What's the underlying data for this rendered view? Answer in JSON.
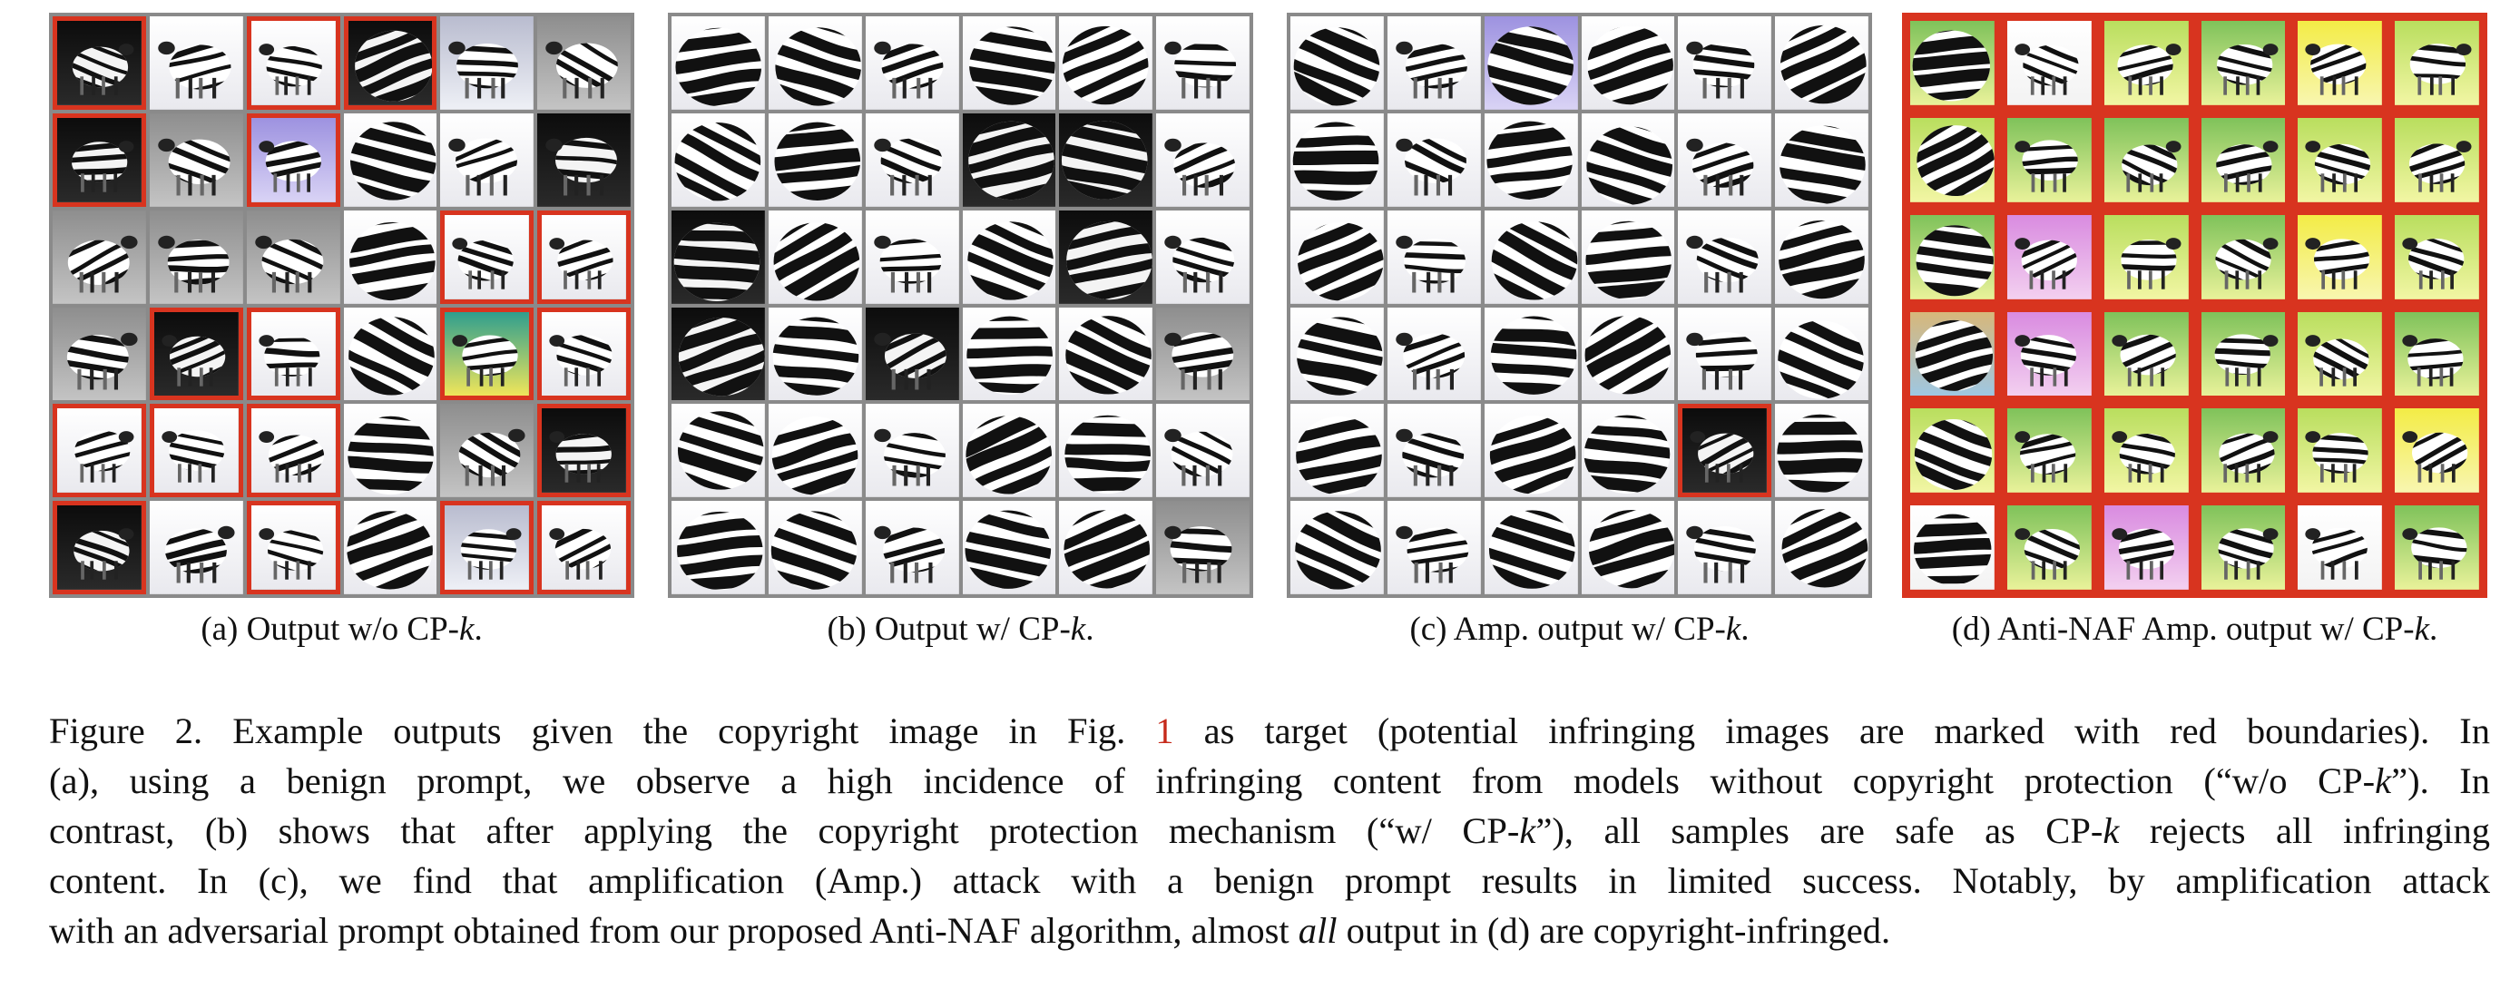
{
  "panels": [
    {
      "id": "a",
      "caption_prefix": "(a) Output w/o CP-",
      "caption_var": "k",
      "caption_suffix": ".",
      "flags": [
        1,
        0,
        1,
        1,
        0,
        0,
        1,
        0,
        1,
        0,
        0,
        0,
        0,
        0,
        0,
        0,
        1,
        1,
        0,
        1,
        1,
        0,
        1,
        1,
        1,
        1,
        1,
        0,
        0,
        1,
        1,
        0,
        1,
        0,
        1,
        1
      ],
      "backgrounds": [
        "dark",
        "light",
        "light",
        "dark",
        "sky",
        "gray",
        "dark",
        "gray",
        "lavender",
        "light",
        "light",
        "dark",
        "gray",
        "gray",
        "gray",
        "light",
        "light",
        "light",
        "gray",
        "dark",
        "light",
        "light",
        "teal",
        "light",
        "light",
        "light",
        "light",
        "light",
        "gray",
        "dark",
        "dark",
        "light",
        "light",
        "light",
        "sky",
        "light"
      ]
    },
    {
      "id": "b",
      "caption_prefix": "(b) Output w/ CP-",
      "caption_var": "k",
      "caption_suffix": ".",
      "flags": [
        0,
        0,
        0,
        0,
        0,
        0,
        0,
        0,
        0,
        0,
        0,
        0,
        0,
        0,
        0,
        0,
        0,
        0,
        0,
        0,
        0,
        0,
        0,
        0,
        0,
        0,
        0,
        0,
        0,
        0,
        0,
        0,
        0,
        0,
        0,
        0
      ],
      "backgrounds": [
        "light",
        "light",
        "light",
        "light",
        "light",
        "light",
        "light",
        "light",
        "light",
        "dark",
        "dark",
        "light",
        "dark",
        "light",
        "light",
        "light",
        "dark",
        "light",
        "dark",
        "light",
        "dark",
        "light",
        "light",
        "gray",
        "light",
        "light",
        "light",
        "light",
        "light",
        "light",
        "light",
        "light",
        "light",
        "light",
        "light",
        "gray"
      ]
    },
    {
      "id": "c",
      "caption_prefix": "(c) Amp. output w/ CP-",
      "caption_var": "k",
      "caption_suffix": ".",
      "flags": [
        0,
        0,
        0,
        0,
        0,
        0,
        0,
        0,
        0,
        0,
        0,
        0,
        0,
        0,
        0,
        0,
        0,
        0,
        0,
        0,
        0,
        0,
        0,
        0,
        0,
        0,
        0,
        0,
        1,
        0,
        0,
        0,
        0,
        0,
        0,
        0
      ],
      "backgrounds": [
        "light",
        "light",
        "lavender",
        "light",
        "light",
        "light",
        "light",
        "light",
        "light",
        "light",
        "light",
        "light",
        "light",
        "light",
        "light",
        "light",
        "light",
        "light",
        "light",
        "light",
        "light",
        "light",
        "light",
        "light",
        "light",
        "light",
        "light",
        "light",
        "dark",
        "light",
        "light",
        "light",
        "light",
        "light",
        "light",
        "light"
      ]
    },
    {
      "id": "d",
      "caption_prefix": "(d) Anti-NAF Amp. output w/ CP-",
      "caption_var": "k",
      "caption_suffix": ".",
      "flags": [
        1,
        1,
        1,
        1,
        1,
        1,
        1,
        1,
        1,
        1,
        1,
        1,
        1,
        1,
        1,
        1,
        1,
        1,
        1,
        1,
        1,
        1,
        1,
        1,
        1,
        1,
        1,
        1,
        1,
        1,
        1,
        1,
        1,
        1,
        1,
        1
      ],
      "backgrounds": [
        "meadow",
        "white",
        "lime",
        "meadow",
        "yellow",
        "lime",
        "lime",
        "meadow",
        "meadow",
        "meadow",
        "lime",
        "lime",
        "meadow",
        "pink",
        "lime",
        "meadow",
        "yellow",
        "lime",
        "sand",
        "pink",
        "meadow",
        "meadow",
        "lime",
        "meadow",
        "lime",
        "meadow",
        "lime",
        "meadow",
        "lime",
        "yellow",
        "white",
        "meadow",
        "pink",
        "meadow",
        "white",
        "meadow"
      ]
    }
  ],
  "caption": {
    "l1a": "Figure 2. Example outputs given the copyright image in Fig. ",
    "l1ref": "1",
    "l1b": " as target (potential infringing images are marked with red boundaries). In",
    "l2a": "(a), using a benign prompt, we observe a high incidence of infringing content from models without copyright protection (“w/o CP-",
    "l2k": "k",
    "l2b": "”). In",
    "l3a": "contrast, (b) shows that after applying the copyright protection mechanism (“w/ CP-",
    "l3k": "k",
    "l3b": "”), all samples are safe as CP-",
    "l3k2": "k",
    "l3c": " rejects all infringing",
    "l4": "content. In (c), we find that amplification (Amp.) attack with a benign prompt results in limited success. Notably, by amplification attack",
    "l5a": "with an adversarial prompt obtained from our proposed Anti-NAF algorithm, almost ",
    "l5i": "all",
    "l5b": " output in (d) are copyright-infringed."
  },
  "palette": {
    "border_gray": "#8a8a8a",
    "infringe_red": "#d8341f",
    "ref_red": "#c62a1b"
  }
}
